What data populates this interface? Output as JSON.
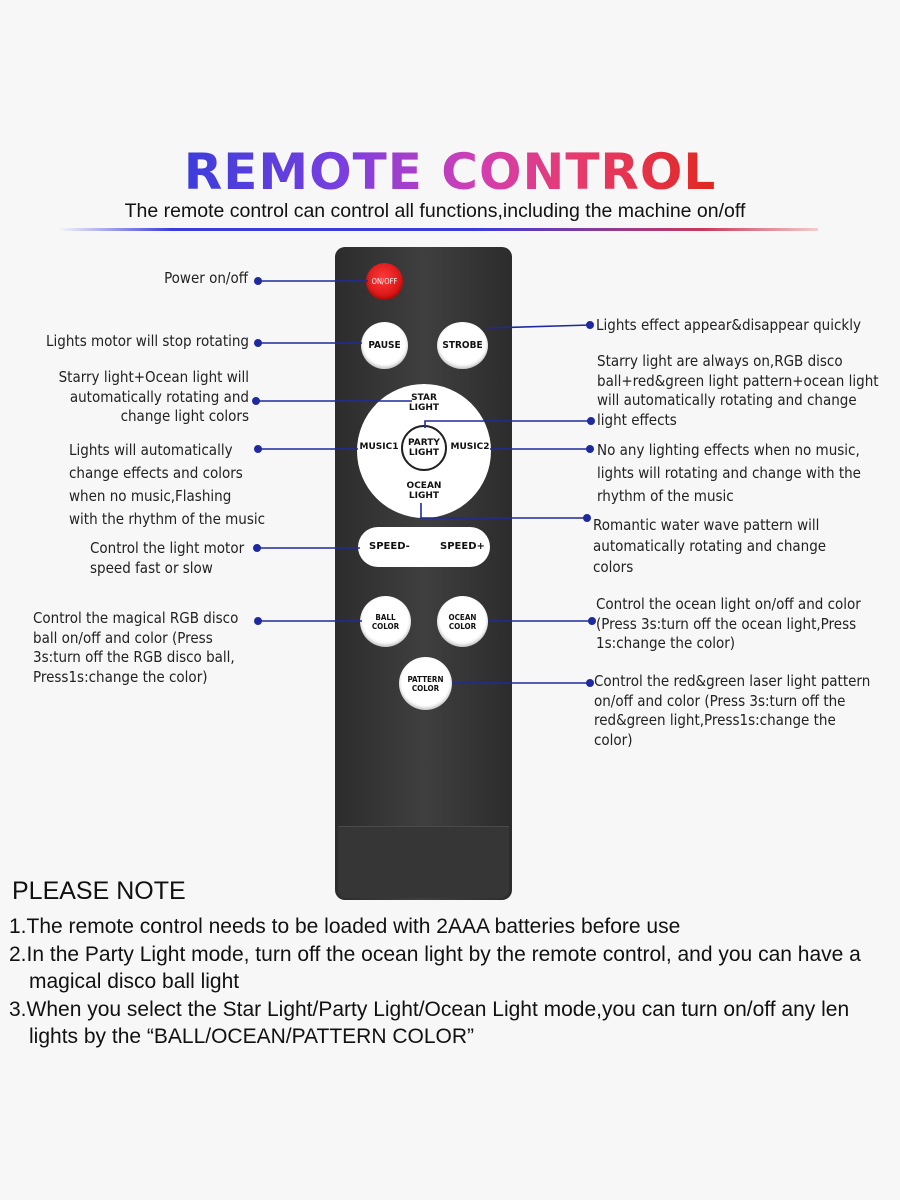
{
  "header": {
    "title": "REMOTE CONTROL",
    "subtitle": "The remote control can control all functions,including the machine on/off"
  },
  "remote": {
    "power": "ON/OFF",
    "pause": "PAUSE",
    "strobe": "STROBE",
    "star_1": "STAR",
    "star_2": "LIGHT",
    "music1": "MUSIC1",
    "music2": "MUSIC2",
    "party_1": "PARTY",
    "party_2": "LIGHT",
    "ocean_light_1": "OCEAN",
    "ocean_light_2": "LIGHT",
    "speed_minus": "SPEED-",
    "speed_plus": "SPEED+",
    "ball_1": "BALL",
    "ball_2": "COLOR",
    "ocean_color_1": "OCEAN",
    "ocean_color_2": "COLOR",
    "pattern_1": "PATTERN",
    "pattern_2": "COLOR"
  },
  "annotations": {
    "power": "Power on/off",
    "pause": "Lights motor will stop rotating",
    "star": [
      "Starry light+Ocean light will",
      "automatically rotating and",
      "change light colors"
    ],
    "music1": [
      "Lights will automatically",
      "change effects and colors",
      "when no music,Flashing",
      "with the rhythm of the music"
    ],
    "speed": [
      "Control the light motor",
      "speed fast or slow"
    ],
    "ball": [
      "Control the magical RGB disco",
      "ball on/off and color (Press",
      "3s:turn off the RGB disco ball,",
      "Press1s:change the color)"
    ],
    "strobe": "Lights effect appear&disappear quickly",
    "party": [
      "Starry light are always on,RGB disco",
      "ball+red&green light pattern+ocean light",
      "will automatically rotating and change",
      "light effects"
    ],
    "music2": [
      "No any lighting effects when no music,",
      "lights will rotating and change with the",
      "rhythm of the music"
    ],
    "ocean_light": [
      "Romantic water wave pattern will",
      "automatically rotating and change",
      "colors"
    ],
    "ocean_color": [
      "Control the ocean light on/off and color",
      "(Press 3s:turn off the ocean light,Press",
      "1s:change the color)"
    ],
    "pattern": [
      "Control the red&green laser light pattern",
      "on/off and color (Press 3s:turn off the",
      "red&green light,Press1s:change the",
      "color)"
    ]
  },
  "notes": {
    "heading": "PLEASE NOTE",
    "items": [
      "1.The remote control needs to be loaded with 2AAA batteries before use",
      "2.In the Party Light mode, turn off the ocean light by the remote control, and you can have a magical disco ball light",
      "3.When you select the Star Light/Party Light/Ocean Light mode,you can turn on/off any len lights by the “BALL/OCEAN/PATTERN COLOR”"
    ]
  },
  "colors": {
    "leader": "#1f2a9e",
    "power_button": "#d90f0f",
    "remote_body": "#333333"
  }
}
